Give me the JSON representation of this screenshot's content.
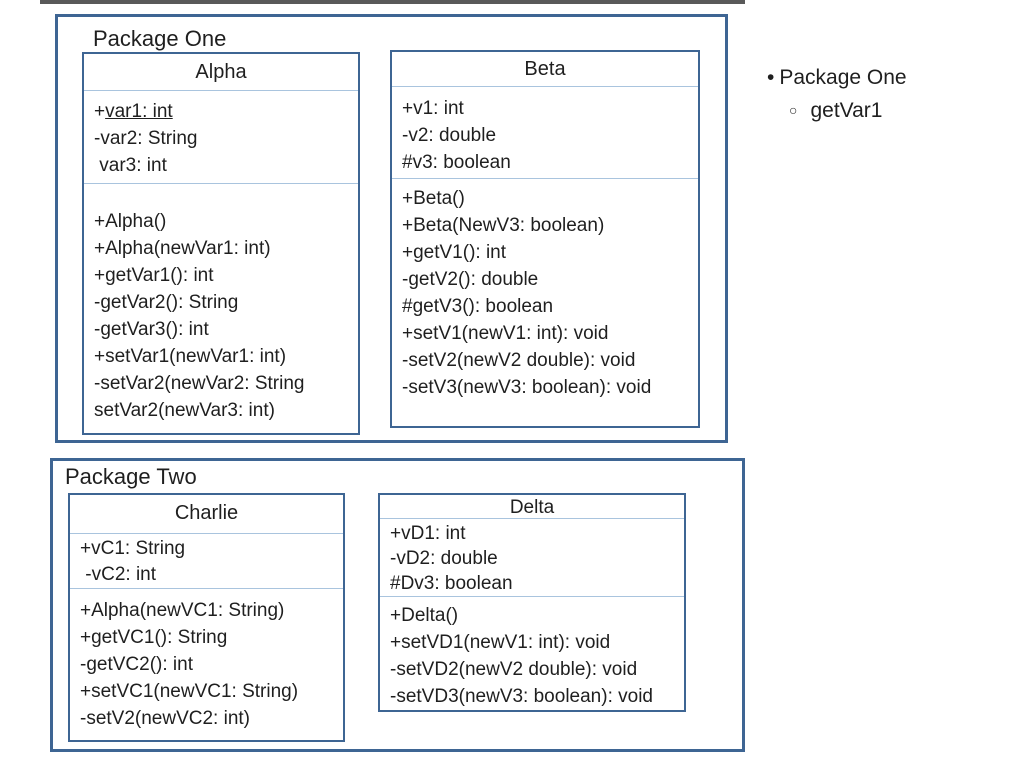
{
  "colors": {
    "border_blue": "#3E6593",
    "divider_blue": "#A9C4DE",
    "text": "#1F1F1F",
    "top_strip": "#595959",
    "background": "#FFFFFF"
  },
  "diagram": {
    "package_one": {
      "title": "Package One",
      "alpha": {
        "title": "Alpha",
        "static_attr": {
          "prefix": "+",
          "name": "var1: int"
        },
        "attributes": [
          "-var2: String",
          " var3: int"
        ],
        "methods": [
          "+Alpha()",
          "+Alpha(newVar1: int)",
          "+getVar1(): int",
          "-getVar2(): String",
          "-getVar3(): int",
          "+setVar1(newVar1: int)",
          "-setVar2(newVar2: String",
          "setVar2(newVar3: int)"
        ]
      },
      "beta": {
        "title": "Beta",
        "attributes": [
          "+v1: int",
          "-v2: double",
          "#v3: boolean"
        ],
        "methods": [
          "+Beta()",
          "+Beta(NewV3: boolean)",
          "+getV1(): int",
          "-getV2(): double",
          "#getV3(): boolean",
          "+setV1(newV1: int): void",
          "-setV2(newV2 double): void",
          "-setV3(newV3: boolean): void"
        ]
      }
    },
    "package_two": {
      "title": "Package Two",
      "charlie": {
        "title": "Charlie",
        "attributes": [
          "+vC1: String",
          " -vC2: int"
        ],
        "methods": [
          "+Alpha(newVC1: String)",
          "+getVC1(): String",
          "-getVC2(): int",
          "+setVC1(newVC1: String)",
          "-setV2(newVC2: int)"
        ]
      },
      "delta": {
        "title": "Delta",
        "attributes": [
          "+vD1: int",
          "-vD2: double",
          "#Dv3: boolean"
        ],
        "methods": [
          "+Delta()",
          "+setVD1(newV1: int): void",
          "-setVD2(newV2 double): void",
          "-setVD3(newV3: boolean): void"
        ]
      }
    }
  },
  "outline": {
    "items": [
      {
        "bullet": "•",
        "label": "Package One",
        "level": 1
      },
      {
        "bullet": "○",
        "label": "getVar1",
        "level": 2
      }
    ]
  }
}
